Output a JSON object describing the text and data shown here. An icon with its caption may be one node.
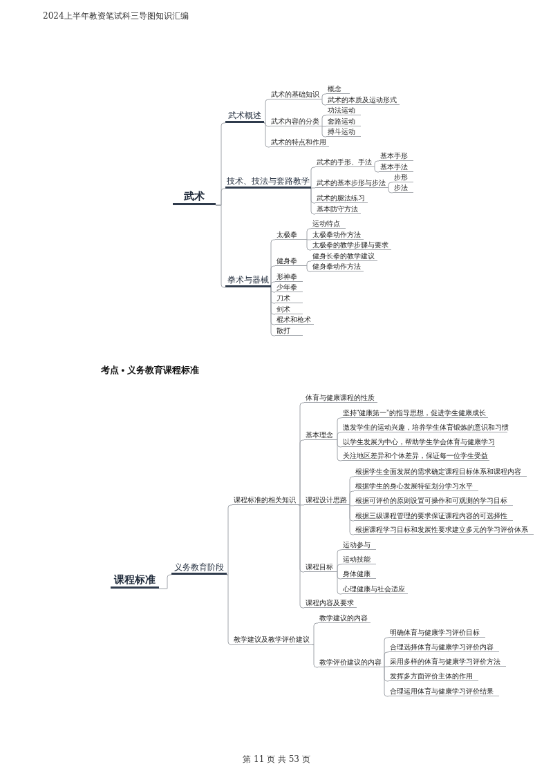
{
  "diagram": {
    "nodes": [
      {
        "text": [
          "武术"
        ]
      },
      {
        "text": [
          "武术概述"
        ]
      },
      {
        "text": [
          "武术的基础知识"
        ]
      },
      {
        "text": [
          "概念"
        ]
      },
      {
        "text": [
          "武术的本质及运动形式"
        ]
      },
      {
        "text": [
          "武术内容的分类"
        ]
      },
      {
        "text": [
          "功法运动"
        ]
      },
      {
        "text": [
          "套路运动"
        ]
      },
      {
        "text": [
          "搏斗运动"
        ]
      },
      {
        "text": [
          "武术的特点和作用"
        ]
      },
      {
        "text": [
          "技术、技法与套路教学"
        ]
      },
      {
        "text": [
          "武术的手形、手法"
        ]
      },
      {
        "text": [
          "基本手形"
        ]
      },
      {
        "text": [
          "基本手法"
        ]
      },
      {
        "text": [
          "武术的基本步形与步法"
        ]
      },
      {
        "text": [
          "步形"
        ]
      },
      {
        "text": [
          "步法"
        ]
      },
      {
        "text": [
          "武术的腿法练习"
        ]
      },
      {
        "text": [
          "基本防守方法"
        ]
      },
      {
        "text": [
          "拳术与器械"
        ]
      },
      {
        "text": [
          "太极拳"
        ]
      },
      {
        "text": [
          "运动特点"
        ]
      },
      {
        "text": [
          "太极拳动作方法"
        ]
      },
      {
        "text": [
          "太极拳的教学步骤与要求"
        ]
      },
      {
        "text": [
          "健身拳"
        ]
      },
      {
        "text": [
          "健身长拳的教学建议"
        ]
      },
      {
        "text": [
          "健身拳动作方法"
        ]
      },
      {
        "text": [
          "形神拳"
        ]
      },
      {
        "text": [
          "少年拳"
        ]
      },
      {
        "text": [
          "刀术"
        ]
      },
      {
        "text": [
          "剑术"
        ]
      },
      {
        "text": [
          "棍术和枪术"
        ]
      },
      {
        "text": [
          "散打"
        ]
      },
      {
        "text": [
          "课程标准"
        ]
      },
      {
        "text": [
          "义务教育阶段"
        ]
      },
      {
        "text": [
          "课程标准的相关知识"
        ]
      },
      {
        "text": [
          "体育与健康课程的性质"
        ]
      },
      {
        "text": [
          "基本理念"
        ]
      },
      {
        "text": [
          "坚持“健康第一”的指导思想，促进学生健康成长"
        ]
      },
      {
        "text": [
          "激发学生的运动兴趣，培养学生体育锻炼的意识和习惯"
        ]
      },
      {
        "text": [
          "以学生发展为中心，帮助学生学会体育与健康学习"
        ]
      },
      {
        "text": [
          "关注地区差异和个体差异，保证每一位学生受益"
        ]
      },
      {
        "text": [
          "课程设计思路"
        ]
      },
      {
        "text": [
          "根据学生全面发展的需求确定课程目标体系和课程内容"
        ]
      },
      {
        "text": [
          "根据学生的身心发展特征划分学习水平"
        ]
      },
      {
        "text": [
          "根据可评价的原则设置可操作和可观测的学习目标"
        ]
      },
      {
        "text": [
          "根据三级课程管理的要求保证课程内容的可选择性"
        ]
      },
      {
        "text": [
          "根据课程学习目标和发展性要求建立多元的学习评价体系"
        ]
      },
      {
        "text": [
          "课程目标"
        ]
      },
      {
        "text": [
          "运动参与"
        ]
      },
      {
        "text": [
          "运动技能"
        ]
      },
      {
        "text": [
          "身体健康"
        ]
      },
      {
        "text": [
          "心理健康与社会适应"
        ]
      },
      {
        "text": [
          "课程内容及要求"
        ]
      },
      {
        "text": [
          "教学建议及教学评价建议"
        ]
      },
      {
        "text": [
          "教学建议的内容"
        ]
      },
      {
        "text": [
          "教学评价建议的内容"
        ]
      },
      {
        "text": [
          "明确体育与健康学习评价目标"
        ]
      },
      {
        "text": [
          "合理选择体育与健康学习评价内容"
        ]
      },
      {
        "text": [
          "采用多样的体育与健康学习评价方法"
        ]
      },
      {
        "text": [
          "发挥多方面评价主体的作用"
        ]
      },
      {
        "text": [
          "合理运用体育与健康学习评价结果"
        ]
      }
    ],
    "edges": [
      {
        "from": 0,
        "to": 1,
        "arrow": "none"
      },
      {
        "from": 0,
        "to": 10,
        "arrow": "none"
      },
      {
        "from": 0,
        "to": 19,
        "arrow": "none"
      },
      {
        "from": 1,
        "to": 2,
        "arrow": "none"
      },
      {
        "from": 1,
        "to": 5,
        "arrow": "none"
      },
      {
        "from": 1,
        "to": 9,
        "arrow": "none"
      },
      {
        "from": 2,
        "to": 3,
        "arrow": "none"
      },
      {
        "from": 2,
        "to": 4,
        "arrow": "none"
      },
      {
        "from": 5,
        "to": 6,
        "arrow": "none"
      },
      {
        "from": 5,
        "to": 7,
        "arrow": "none"
      },
      {
        "from": 5,
        "to": 8,
        "arrow": "none"
      },
      {
        "from": 10,
        "to": 11,
        "arrow": "none"
      },
      {
        "from": 10,
        "to": 14,
        "arrow": "none"
      },
      {
        "from": 10,
        "to": 17,
        "arrow": "none"
      },
      {
        "from": 10,
        "to": 18,
        "arrow": "none"
      },
      {
        "from": 11,
        "to": 12,
        "arrow": "none"
      },
      {
        "from": 11,
        "to": 13,
        "arrow": "none"
      },
      {
        "from": 14,
        "to": 15,
        "arrow": "none"
      },
      {
        "from": 14,
        "to": 16,
        "arrow": "none"
      },
      {
        "from": 19,
        "to": 20,
        "arrow": "none"
      },
      {
        "from": 19,
        "to": 24,
        "arrow": "none"
      },
      {
        "from": 19,
        "to": 27,
        "arrow": "none"
      },
      {
        "from": 19,
        "to": 28,
        "arrow": "none"
      },
      {
        "from": 19,
        "to": 29,
        "arrow": "none"
      },
      {
        "from": 19,
        "to": 30,
        "arrow": "none"
      },
      {
        "from": 19,
        "to": 31,
        "arrow": "none"
      },
      {
        "from": 19,
        "to": 32,
        "arrow": "none"
      },
      {
        "from": 20,
        "to": 21,
        "arrow": "none"
      },
      {
        "from": 20,
        "to": 22,
        "arrow": "none"
      },
      {
        "from": 20,
        "to": 23,
        "arrow": "none"
      },
      {
        "from": 24,
        "to": 25,
        "arrow": "none"
      },
      {
        "from": 24,
        "to": 26,
        "arrow": "none"
      },
      {
        "from": 33,
        "to": 34,
        "arrow": "none"
      },
      {
        "from": 34,
        "to": 35,
        "arrow": "none"
      },
      {
        "from": 34,
        "to": 54,
        "arrow": "none"
      },
      {
        "from": 35,
        "to": 36,
        "arrow": "none"
      },
      {
        "from": 35,
        "to": 37,
        "arrow": "none"
      },
      {
        "from": 35,
        "to": 42,
        "arrow": "none"
      },
      {
        "from": 35,
        "to": 48,
        "arrow": "none"
      },
      {
        "from": 35,
        "to": 53,
        "arrow": "none"
      },
      {
        "from": 37,
        "to": 38,
        "arrow": "none"
      },
      {
        "from": 37,
        "to": 39,
        "arrow": "none"
      },
      {
        "from": 37,
        "to": 40,
        "arrow": "none"
      },
      {
        "from": 37,
        "to": 41,
        "arrow": "none"
      },
      {
        "from": 42,
        "to": 43,
        "arrow": "none"
      },
      {
        "from": 42,
        "to": 44,
        "arrow": "none"
      },
      {
        "from": 42,
        "to": 45,
        "arrow": "none"
      },
      {
        "from": 42,
        "to": 46,
        "arrow": "none"
      },
      {
        "from": 42,
        "to": 47,
        "arrow": "none"
      },
      {
        "from": 48,
        "to": 49,
        "arrow": "none"
      },
      {
        "from": 48,
        "to": 50,
        "arrow": "none"
      },
      {
        "from": 48,
        "to": 51,
        "arrow": "none"
      },
      {
        "from": 48,
        "to": 52,
        "arrow": "none"
      },
      {
        "from": 54,
        "to": 55,
        "arrow": "none"
      },
      {
        "from": 54,
        "to": 56,
        "arrow": "none"
      },
      {
        "from": 56,
        "to": 57,
        "arrow": "none"
      },
      {
        "from": 56,
        "to": 58,
        "arrow": "none"
      },
      {
        "from": 56,
        "to": 59,
        "arrow": "none"
      },
      {
        "from": 56,
        "to": 60,
        "arrow": "none"
      },
      {
        "from": 56,
        "to": 61,
        "arrow": "none"
      }
    ],
    "labels": [
      "2024上半年教资笔试科三导图知识汇编",
      "考点 • 义务教育课程标准",
      "第 11 页 共 53 页"
    ]
  }
}
